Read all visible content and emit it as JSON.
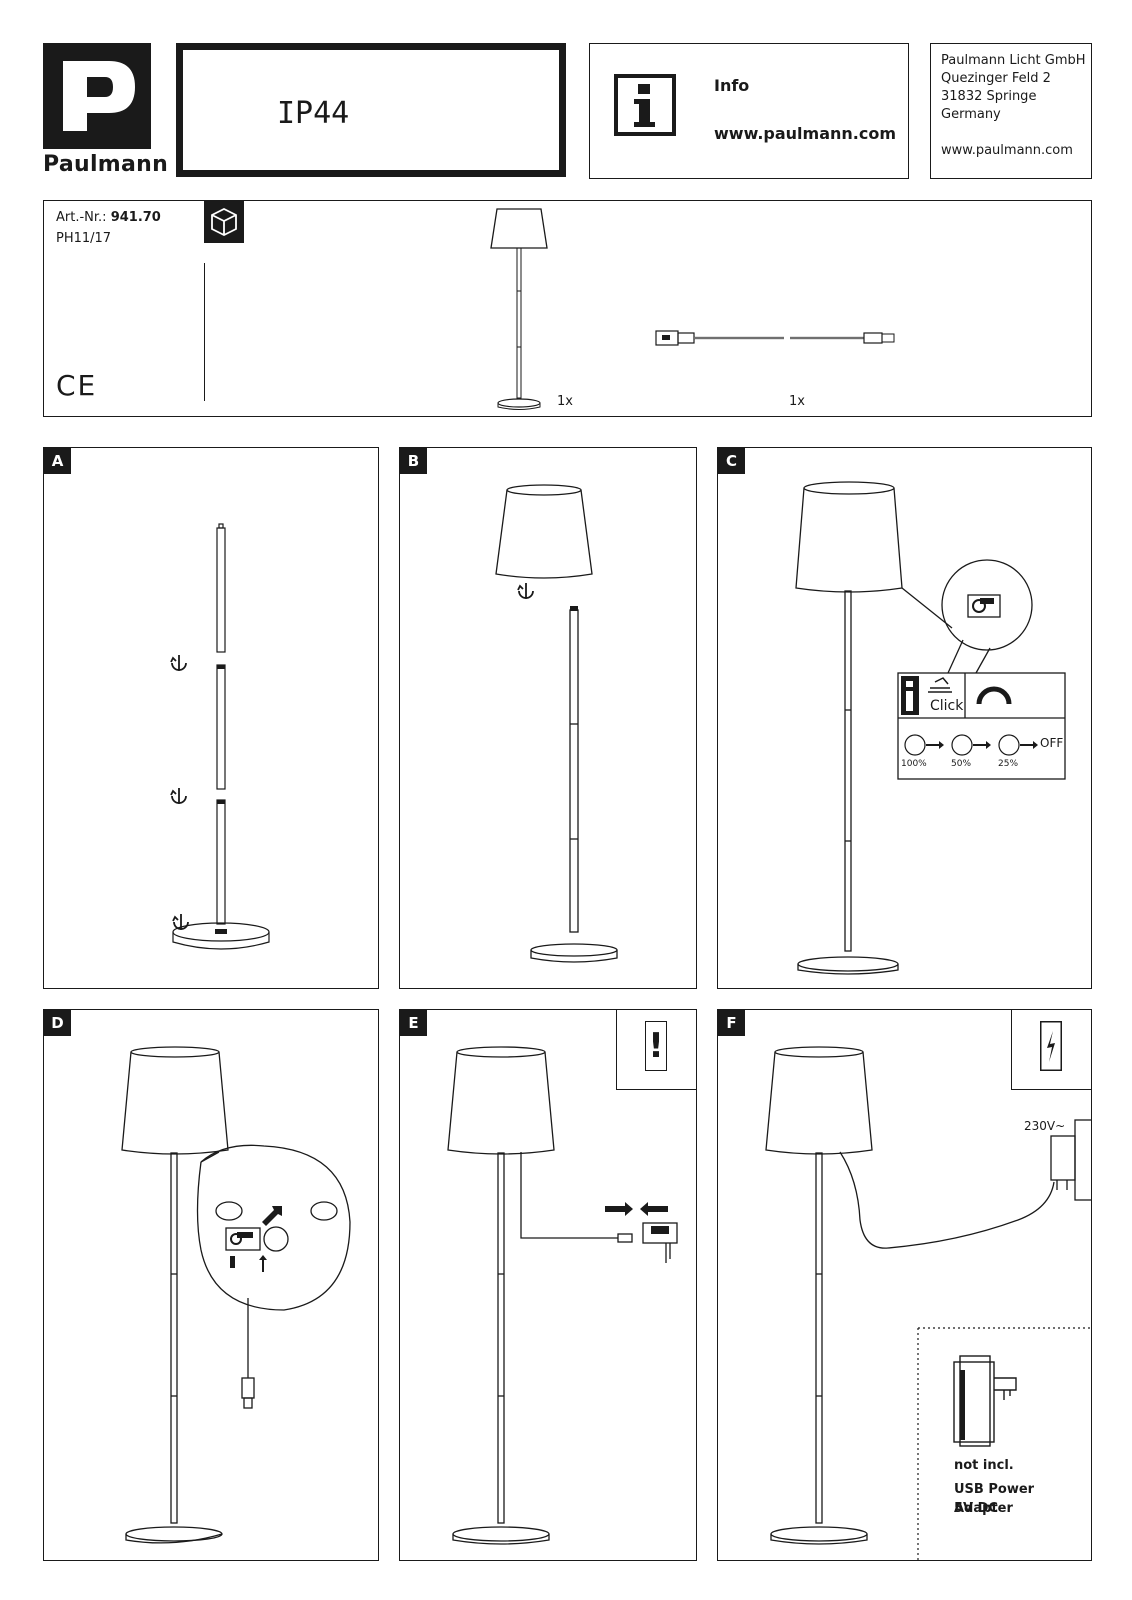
{
  "header": {
    "brand": "Paulmann",
    "logo_letter": "P",
    "rating": "IP44",
    "info_label": "Info",
    "info_url": "www.paulmann.com",
    "address": {
      "company": "Paulmann Licht GmbH",
      "street": "Quezinger Feld 2",
      "city": "31832 Springe",
      "country": "Germany",
      "web": "www.paulmann.com"
    }
  },
  "contents": {
    "art_prefix": "Art.-Nr.: ",
    "art_no": "941.70",
    "batch": "PH11/17",
    "ce": "CE",
    "lamp_qty": "1x",
    "cable_qty": "1x",
    "icon": "box-icon"
  },
  "panels": {
    "a": {
      "label": "A"
    },
    "b": {
      "label": "B"
    },
    "c": {
      "label": "C",
      "click": "Click",
      "dim": [
        "100%",
        "50%",
        "25%"
      ],
      "off": "OFF"
    },
    "d": {
      "label": "D"
    },
    "e": {
      "label": "E",
      "warning": "!"
    },
    "f": {
      "label": "F",
      "voltage": "230V~",
      "not_incl": "not incl.",
      "adapter_line1": "USB Power Adapter",
      "adapter_line2": "5V DC"
    }
  },
  "colors": {
    "ink": "#1a1a1a",
    "paper": "#ffffff"
  }
}
